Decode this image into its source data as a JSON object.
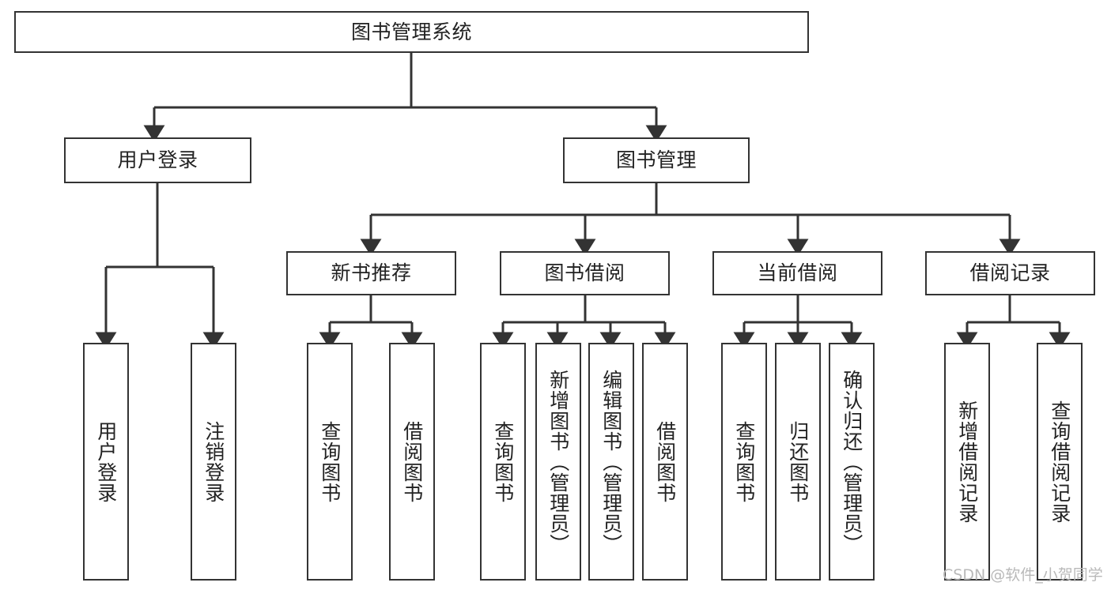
{
  "diagram": {
    "type": "tree-hierarchy",
    "title": "图书管理系统",
    "root": {
      "id": "root",
      "label": "图书管理系统"
    },
    "level1": [
      {
        "id": "user-login",
        "label": "用户登录"
      },
      {
        "id": "book-manage",
        "label": "图书管理"
      }
    ],
    "level2": [
      {
        "id": "new-book-rec",
        "label": "新书推荐",
        "parent": "book-manage"
      },
      {
        "id": "book-borrow",
        "label": "图书借阅",
        "parent": "book-manage"
      },
      {
        "id": "current-borrow",
        "label": "当前借阅",
        "parent": "book-manage"
      },
      {
        "id": "borrow-record",
        "label": "借阅记录",
        "parent": "book-manage"
      }
    ],
    "leaves": [
      {
        "id": "leaf-user-login",
        "label": "用户登录",
        "parent": "user-login"
      },
      {
        "id": "leaf-logout",
        "label": "注销登录",
        "parent": "user-login"
      },
      {
        "id": "leaf-query-book-1",
        "label": "查询图书",
        "parent": "new-book-rec"
      },
      {
        "id": "leaf-borrow-book-1",
        "label": "借阅图书",
        "parent": "new-book-rec"
      },
      {
        "id": "leaf-query-book-2",
        "label": "查询图书",
        "parent": "book-borrow"
      },
      {
        "id": "leaf-add-book",
        "label": "新增图书（管理员）",
        "parent": "book-borrow"
      },
      {
        "id": "leaf-edit-book",
        "label": "编辑图书（管理员）",
        "parent": "book-borrow"
      },
      {
        "id": "leaf-borrow-book-2",
        "label": "借阅图书",
        "parent": "book-borrow"
      },
      {
        "id": "leaf-query-book-3",
        "label": "查询图书",
        "parent": "current-borrow"
      },
      {
        "id": "leaf-return-book",
        "label": "归还图书",
        "parent": "current-borrow"
      },
      {
        "id": "leaf-confirm-return",
        "label": "确认归还（管理员）",
        "parent": "current-borrow"
      },
      {
        "id": "leaf-add-record",
        "label": "新增借阅记录",
        "parent": "borrow-record"
      },
      {
        "id": "leaf-query-record",
        "label": "查询借阅记录",
        "parent": "borrow-record"
      }
    ],
    "colors": {
      "stroke": "#333333",
      "box_fill": "#ffffff",
      "text": "#222222",
      "watermark": "#b9b9b9",
      "background": "#ffffff"
    }
  },
  "watermark": {
    "text": "CSDN @软件_小贺同学"
  }
}
